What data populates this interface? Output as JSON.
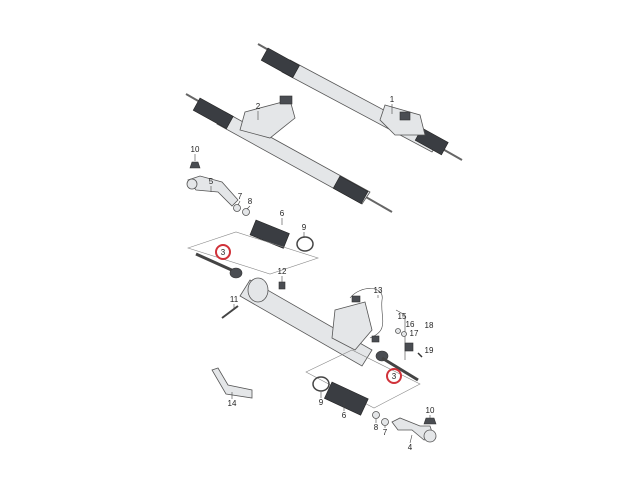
{
  "diagram": {
    "type": "exploded parts diagram - steering rack assembly",
    "highlight_color": "#d0323a",
    "labels": {
      "rack_top": "1",
      "rack_mid": "2",
      "nut_top": "10",
      "tie_rod_end_left": "5",
      "ring_7_top": "7",
      "ring_8_top": "8",
      "boot_top": "6",
      "clamp_top": "9",
      "inner_tie_rod_left": "3",
      "cap_12": "12",
      "bolt_11": "11",
      "hose_13": "13",
      "seal_15": "15",
      "seal_16": "16",
      "seal_17": "17",
      "kit_18": "18",
      "screw_19": "19",
      "inner_tie_rod_right": "3",
      "clamp_bottom": "9",
      "boot_bottom": "6",
      "ring_8_bottom": "8",
      "ring_7_bottom": "7",
      "nut_bottom": "10",
      "tie_rod_end_right": "4",
      "grease_tube": "14"
    }
  }
}
